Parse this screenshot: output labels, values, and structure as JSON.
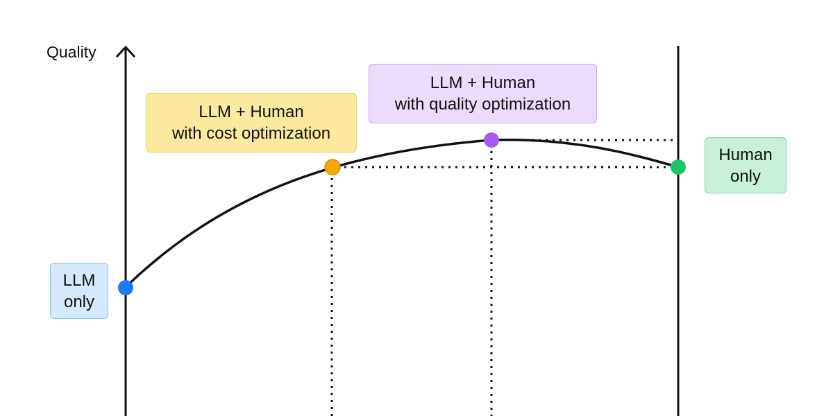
{
  "axis": {
    "y_title": "Quality"
  },
  "labels": {
    "llm_only": {
      "line1": "LLM",
      "line2": "only"
    },
    "cost_opt": {
      "line1": "LLM + Human",
      "line2": "with cost optimization"
    },
    "quality_opt": {
      "line1": "LLM + Human",
      "line2": "with quality optimization"
    },
    "human_only": {
      "line1": "Human",
      "line2": "only"
    }
  },
  "colors": {
    "line": "#111111",
    "llm_point": "#1a7cf0",
    "cost_point": "#f5a800",
    "quality_point": "#a65bf0",
    "human_point": "#19c567",
    "llm_box_bg": "#d6e8fb",
    "llm_box_border": "#8ebfeb",
    "cost_box_bg": "#fbe9a0",
    "cost_box_border": "#f0d35a",
    "quality_box_bg": "#ebdcfb",
    "quality_box_border": "#c8a4ef",
    "human_box_bg": "#c8f0d9",
    "human_box_border": "#6fd69c"
  }
}
